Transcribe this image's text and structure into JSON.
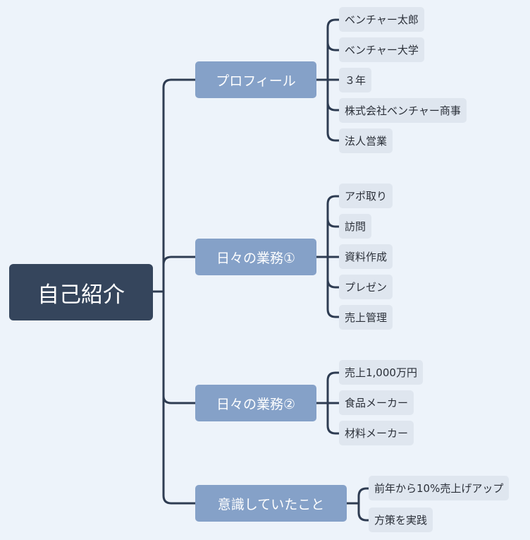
{
  "root": {
    "label": "自己紹介"
  },
  "branches": [
    {
      "label": "プロフィール",
      "items": [
        "ベンチャー太郎",
        "ベンチャー大学",
        "３年",
        "株式会社ベンチャー商事",
        "法人営業"
      ]
    },
    {
      "label": "日々の業務①",
      "items": [
        "アポ取り",
        "訪問",
        "資料作成",
        "プレゼン",
        "売上管理"
      ]
    },
    {
      "label": "日々の業務②",
      "items": [
        "売上1,000万円",
        "食品メーカー",
        "材料メーカー"
      ]
    },
    {
      "label": "意識していたこと",
      "items": [
        "前年から10%売上げアップ",
        "方策を実践"
      ]
    }
  ],
  "colors": {
    "background": "#edf3fa",
    "root": "#35455c",
    "branch": "#85a1c8",
    "leaf": "#dfe6ef",
    "connector": "#2e3c52"
  }
}
